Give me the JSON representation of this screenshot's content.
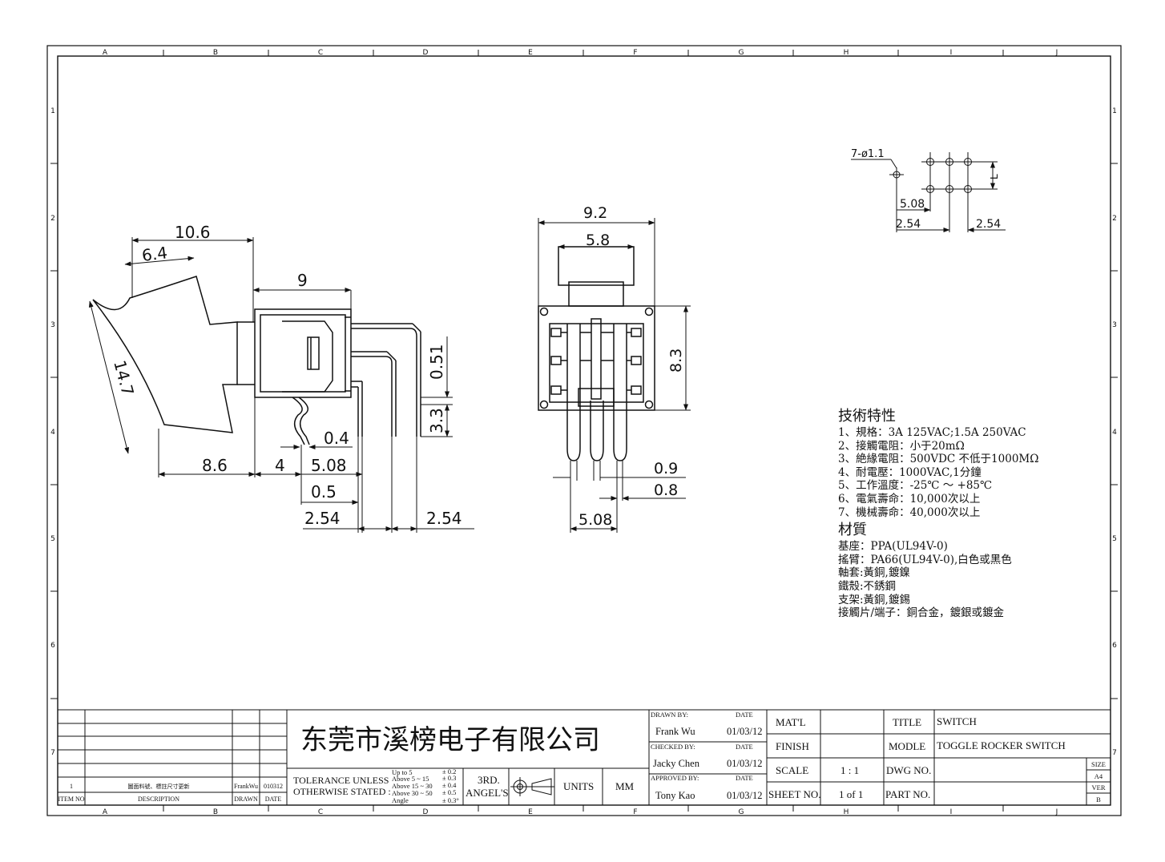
{
  "frame": {
    "columns": [
      "A",
      "B",
      "C",
      "D",
      "E",
      "F",
      "G",
      "H",
      "I",
      "J"
    ],
    "rows": [
      "1",
      "2",
      "3",
      "4",
      "5",
      "6",
      "7"
    ]
  },
  "side_view": {
    "dims": {
      "d10_6": "10.6",
      "d6_4": "6.4",
      "d14_7": "14.7",
      "d9": "9",
      "d0_51": "0.51",
      "d3_3": "3.3",
      "d0_4": "0.4",
      "d8_6": "8.6",
      "d4": "4",
      "d5_08": "5.08",
      "d0_5": "0.5",
      "d2_54a": "2.54",
      "d2_54b": "2.54"
    }
  },
  "front_view": {
    "dims": {
      "d9_2": "9.2",
      "d5_8": "5.8",
      "d8_3": "8.3",
      "d0_9": "0.9",
      "d0_8": "0.8",
      "d5_08": "5.08"
    }
  },
  "hole_pattern": {
    "dims": {
      "holes": "7-ø1.1",
      "d5_08": "5.08",
      "d2_54a": "2.54",
      "d2_54b": "2.54",
      "L": "L"
    }
  },
  "specs": {
    "tech_heading": "技術特性",
    "tech_lines": [
      "1、規格：3A 125VAC;1.5A 250VAC",
      "2、接觸電阻：小于20mΩ",
      "3、絶緣電阻：500VDC 不低于1000MΩ",
      "4、耐電壓：1000VAC,1分鐘",
      "5、工作溫度：-25℃ ～ +85℃",
      "6、電氣壽命：10,000次以上",
      "7、機械壽命：40,000次以上"
    ],
    "material_heading": "材質",
    "material_lines": [
      "基座：PPA(UL94V-0)",
      "搖臂：PA66(UL94V-0),白色或黑色",
      "軸套:黃銅,鍍鎳",
      "鐵殼:不銹鋼",
      "支架:黃銅,鍍錫",
      "接觸片/端子：銅合金，鍍銀或鍍金"
    ]
  },
  "title_block": {
    "company": "东莞市溪榜电子有限公司",
    "revision": {
      "item": "1",
      "description": "圖面料號、標註尺寸更新",
      "drawn": "FrankWu",
      "date": "010312"
    },
    "revision_headers": {
      "item": "ITEM NO",
      "description": "DESCRIPTION",
      "drawn": "DRAWN",
      "date": "DATE"
    },
    "tolerance": {
      "label1": "TOLERANCE UNLESS",
      "label2": "OTHERWISE STATED :",
      "r1": "Up to 5",
      "t1": "± 0.2",
      "r2": "Above 5  ~ 15",
      "t2": "± 0.3",
      "r3": "Above 15 ~ 30",
      "t3": "± 0.4",
      "r4": "Above 30 ~ 50",
      "t4": "± 0.5",
      "r5": "Angle",
      "t5": "± 0.3°"
    },
    "projection1": "3RD.",
    "projection2": "ANGEL'S",
    "units_label": "UNITS",
    "units_value": "MM",
    "drawn_by_label": "DRAWN BY:",
    "drawn_by": "Frank Wu",
    "drawn_date": "01/03/12",
    "checked_by_label": "CHECKED BY:",
    "checked_by": "Jacky Chen",
    "checked_date": "01/03/12",
    "approved_by_label": "APPROVED BY:",
    "approved_by": "Tony Kao",
    "approved_date": "01/03/12",
    "date_label": "DATE",
    "matl_label": "MAT'L",
    "finish_label": "FINISH",
    "scale_label": "SCALE",
    "scale": "1 : 1",
    "sheet_label": "SHEET NO.",
    "sheet": "1 of 1",
    "title_label": "TITLE",
    "title": "SWITCH",
    "model_label": "MODLE",
    "model": "TOGGLE ROCKER SWITCH",
    "dwg_label": "DWG NO.",
    "part_label": "PART NO.",
    "size_label": "SIZE",
    "size": "A4",
    "ver_label": "VER",
    "ver": "B"
  }
}
